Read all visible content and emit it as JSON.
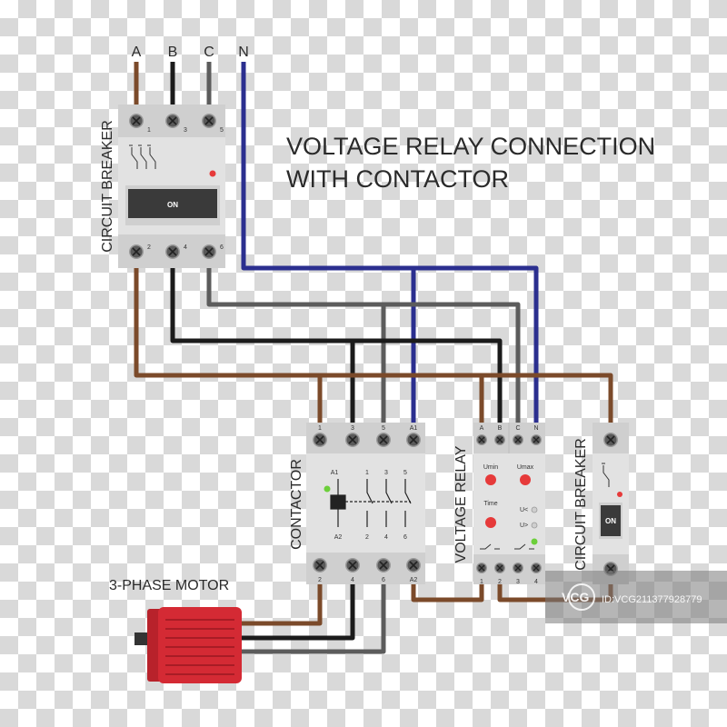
{
  "title": {
    "line1": "VOLTAGE RELAY CONNECTION",
    "line2": "WITH CONTACTOR"
  },
  "phases": [
    "A",
    "B",
    "C",
    "N"
  ],
  "main_breaker": {
    "label": "CIRCUIT BREAKER",
    "top_terminals": [
      "1",
      "3",
      "5"
    ],
    "bottom_terminals": [
      "2",
      "4",
      "6"
    ],
    "switch_label": "ON"
  },
  "contactor": {
    "label": "CONTACTOR",
    "top_terminals": [
      "1",
      "3",
      "5",
      "A1"
    ],
    "bottom_terminals": [
      "2",
      "4",
      "6",
      "A2"
    ],
    "coil_top": "A1",
    "coil_bottom": "A2",
    "contact_top": [
      "1",
      "3",
      "5"
    ],
    "contact_bottom": [
      "2",
      "4",
      "6"
    ]
  },
  "voltage_relay": {
    "label": "VOLTAGE RELAY",
    "top_terminals": [
      "A",
      "B",
      "C",
      "N"
    ],
    "bottom_terminals": [
      "1",
      "2",
      "3",
      "4"
    ],
    "dial_umin": "Umin",
    "dial_umax": "Umax",
    "dial_time": "Time",
    "ind_under": "U<",
    "ind_over": "U>"
  },
  "small_breaker": {
    "label": "CIRCUIT BREAKER",
    "switch_label": "ON"
  },
  "motor": {
    "label": "3-PHASE MOTOR"
  },
  "watermark": {
    "brand": "VCG",
    "id": "ID:VCG211377928779"
  },
  "colors": {
    "phase_a": "#7b4a2a",
    "phase_b": "#1b1b1b",
    "phase_c": "#5c5c5c",
    "neutral": "#2b2f8f",
    "motor": "#d42a34",
    "device_body": "#e2e2e2",
    "indicator_red": "#e63a3a",
    "indicator_green": "#6ccf3a"
  }
}
